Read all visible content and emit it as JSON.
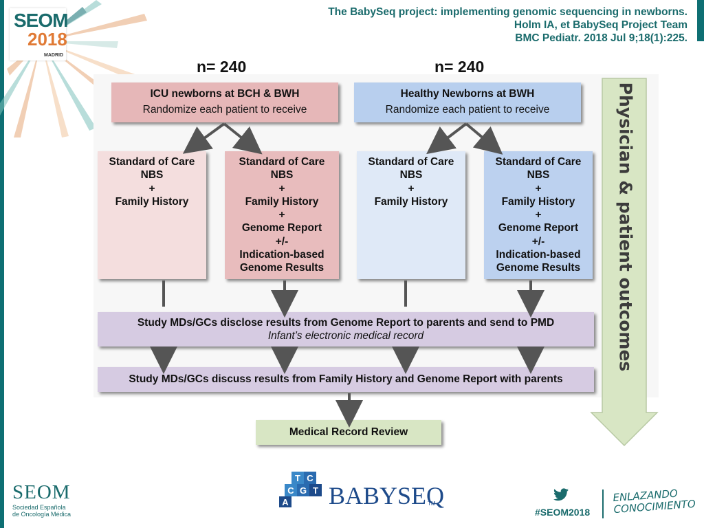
{
  "header": {
    "citation_line1": "The BabySeq project: implementing genomic sequencing in newborns.",
    "citation_line2": "Holm IA, et BabySeq Project Team",
    "citation_line3": "BMC Pediatr. 2018 Jul 9;18(1):225."
  },
  "logos": {
    "seom2018_name": "SEOM",
    "seom2018_year": "2018",
    "seom2018_city": "MADRID",
    "seom_bottom_name": "SEOM",
    "seom_bottom_sub1": "Sociedad Española",
    "seom_bottom_sub2": "de Oncología Médica",
    "babyseq_name": "BABYSEQ",
    "babyseq_tm": "TM",
    "cube_letters": [
      "T",
      "C",
      "C",
      "G",
      "T",
      "A"
    ],
    "hashtag": "#SEOM2018",
    "enlazando_line1": "ENLAZANDO",
    "enlazando_line2": "CONOCIMIENTO"
  },
  "diagram": {
    "left_group": {
      "count": "n= 240",
      "header_line1": "ICU newborns at BCH & BWH",
      "header_line2": "Randomize each patient to receive",
      "arm1": [
        "Standard of Care",
        "NBS",
        "+",
        "Family History"
      ],
      "arm2": [
        "Standard of Care",
        "NBS",
        "+",
        "Family History",
        "+",
        "Genome Report",
        "+/-",
        "Indication-based",
        "Genome Results"
      ]
    },
    "right_group": {
      "count": "n= 240",
      "header_line1": "Healthy Newborns at BWH",
      "header_line2": "Randomize each patient to receive",
      "arm1": [
        "Standard of Care",
        "NBS",
        "+",
        "Family History"
      ],
      "arm2": [
        "Standard of Care",
        "NBS",
        "+",
        "Family History",
        "+",
        "Genome Report",
        "+/-",
        "Indication-based",
        "Genome Results"
      ]
    },
    "disclose_line1": "Study MDs/GCs disclose results from Genome Report to parents and send to PMD",
    "disclose_line2": "Infant’s electronic medical record",
    "discuss": "Study MDs/GCs discuss results from Family History and Genome Report with parents",
    "review": "Medical Record Review",
    "outcomes": "Physician & patient outcomes"
  },
  "colors": {
    "teal": "#1a6b6c",
    "pink_header": "#e6b7b8",
    "pink_light": "#f4dede",
    "pink_mid": "#e8bcbd",
    "blue_header": "#b8cfee",
    "blue_light": "#dfe9f7",
    "blue_mid": "#bcd1ef",
    "purple": "#d6cbe2",
    "green": "#d8e6c4",
    "arrow_gray": "#555555"
  }
}
